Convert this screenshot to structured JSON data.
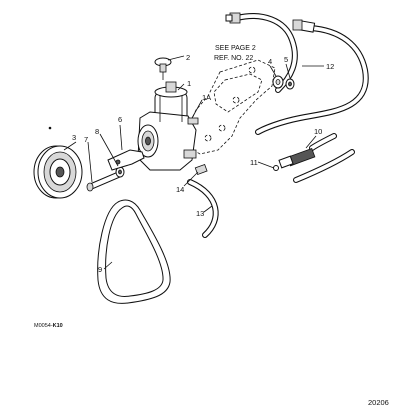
{
  "callouts": {
    "c1": "1",
    "c1a": "1A",
    "c2": "2",
    "c3": "3",
    "c4": "4",
    "c5": "5",
    "c6": "6",
    "c7": "7",
    "c8": "8",
    "c9": "9",
    "c10": "10",
    "c11": "11",
    "c12": "12",
    "c13": "13",
    "c14": "14"
  },
  "note": {
    "line1": "SEE PAGE 2",
    "line2": "REF. NO. 22"
  },
  "drawing_code_prefix": "M0054-",
  "drawing_code_suffix": "K10",
  "page_ref": "20206"
}
